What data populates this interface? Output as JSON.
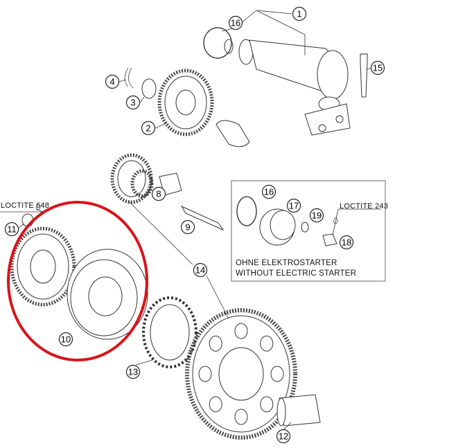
{
  "title": "Electric starter exploded parts diagram",
  "callouts": [
    "1",
    "16",
    "15",
    "4",
    "3",
    "2",
    "8",
    "9",
    "11",
    "14",
    "10",
    "13",
    "12",
    "16",
    "17",
    "19",
    "18"
  ],
  "labels": {
    "loctite_648": "LOCTITE 648",
    "loctite_243": "LOCTITE 243",
    "inset_line1": "OHNE ELEKTROSTARTER",
    "inset_line2": "WITHOUT ELECTRIC STARTER"
  },
  "highlight": {
    "color": "#d9141b",
    "target_part": "10"
  }
}
